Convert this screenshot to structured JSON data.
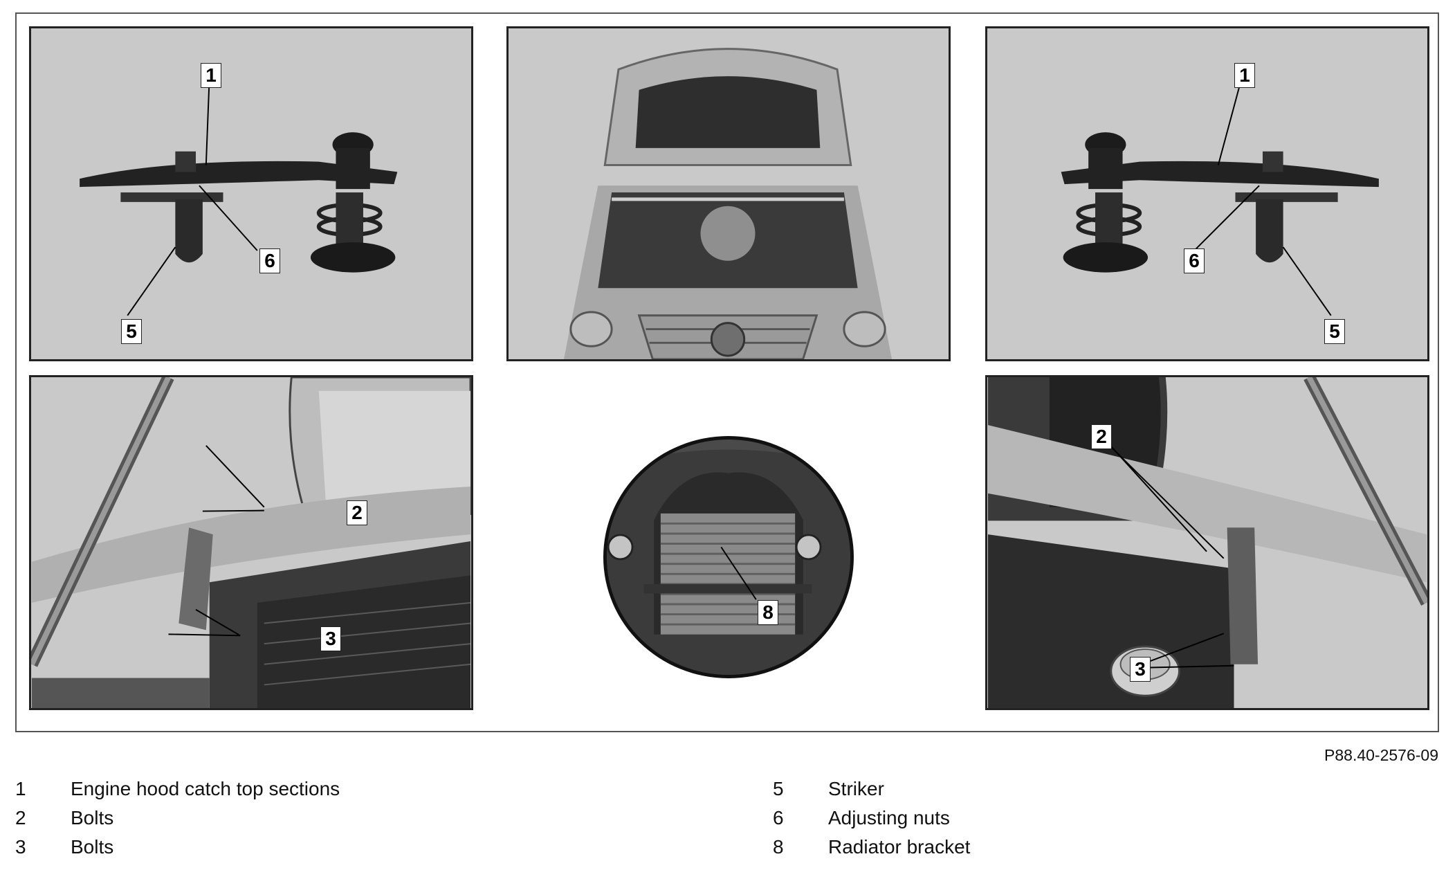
{
  "figure_id": "P88.40-2576-09",
  "callouts": {
    "tl_1": "1",
    "tl_6": "6",
    "tl_5": "5",
    "tr_1": "1",
    "tr_6": "6",
    "tr_5": "5",
    "bl_2": "2",
    "bl_3": "3",
    "br_2": "2",
    "br_3": "3",
    "detail_8": "8"
  },
  "legend": {
    "left": [
      {
        "num": "1",
        "label": "Engine hood catch top sections"
      },
      {
        "num": "2",
        "label": "Bolts"
      },
      {
        "num": "3",
        "label": "Bolts"
      }
    ],
    "right": [
      {
        "num": "5",
        "label": "Striker"
      },
      {
        "num": "6",
        "label": "Adjusting nuts"
      },
      {
        "num": "8",
        "label": "Radiator bracket"
      }
    ]
  },
  "colors": {
    "panel_bg": "#c9c9c9",
    "line": "#000000",
    "legend_text": "#111111"
  }
}
